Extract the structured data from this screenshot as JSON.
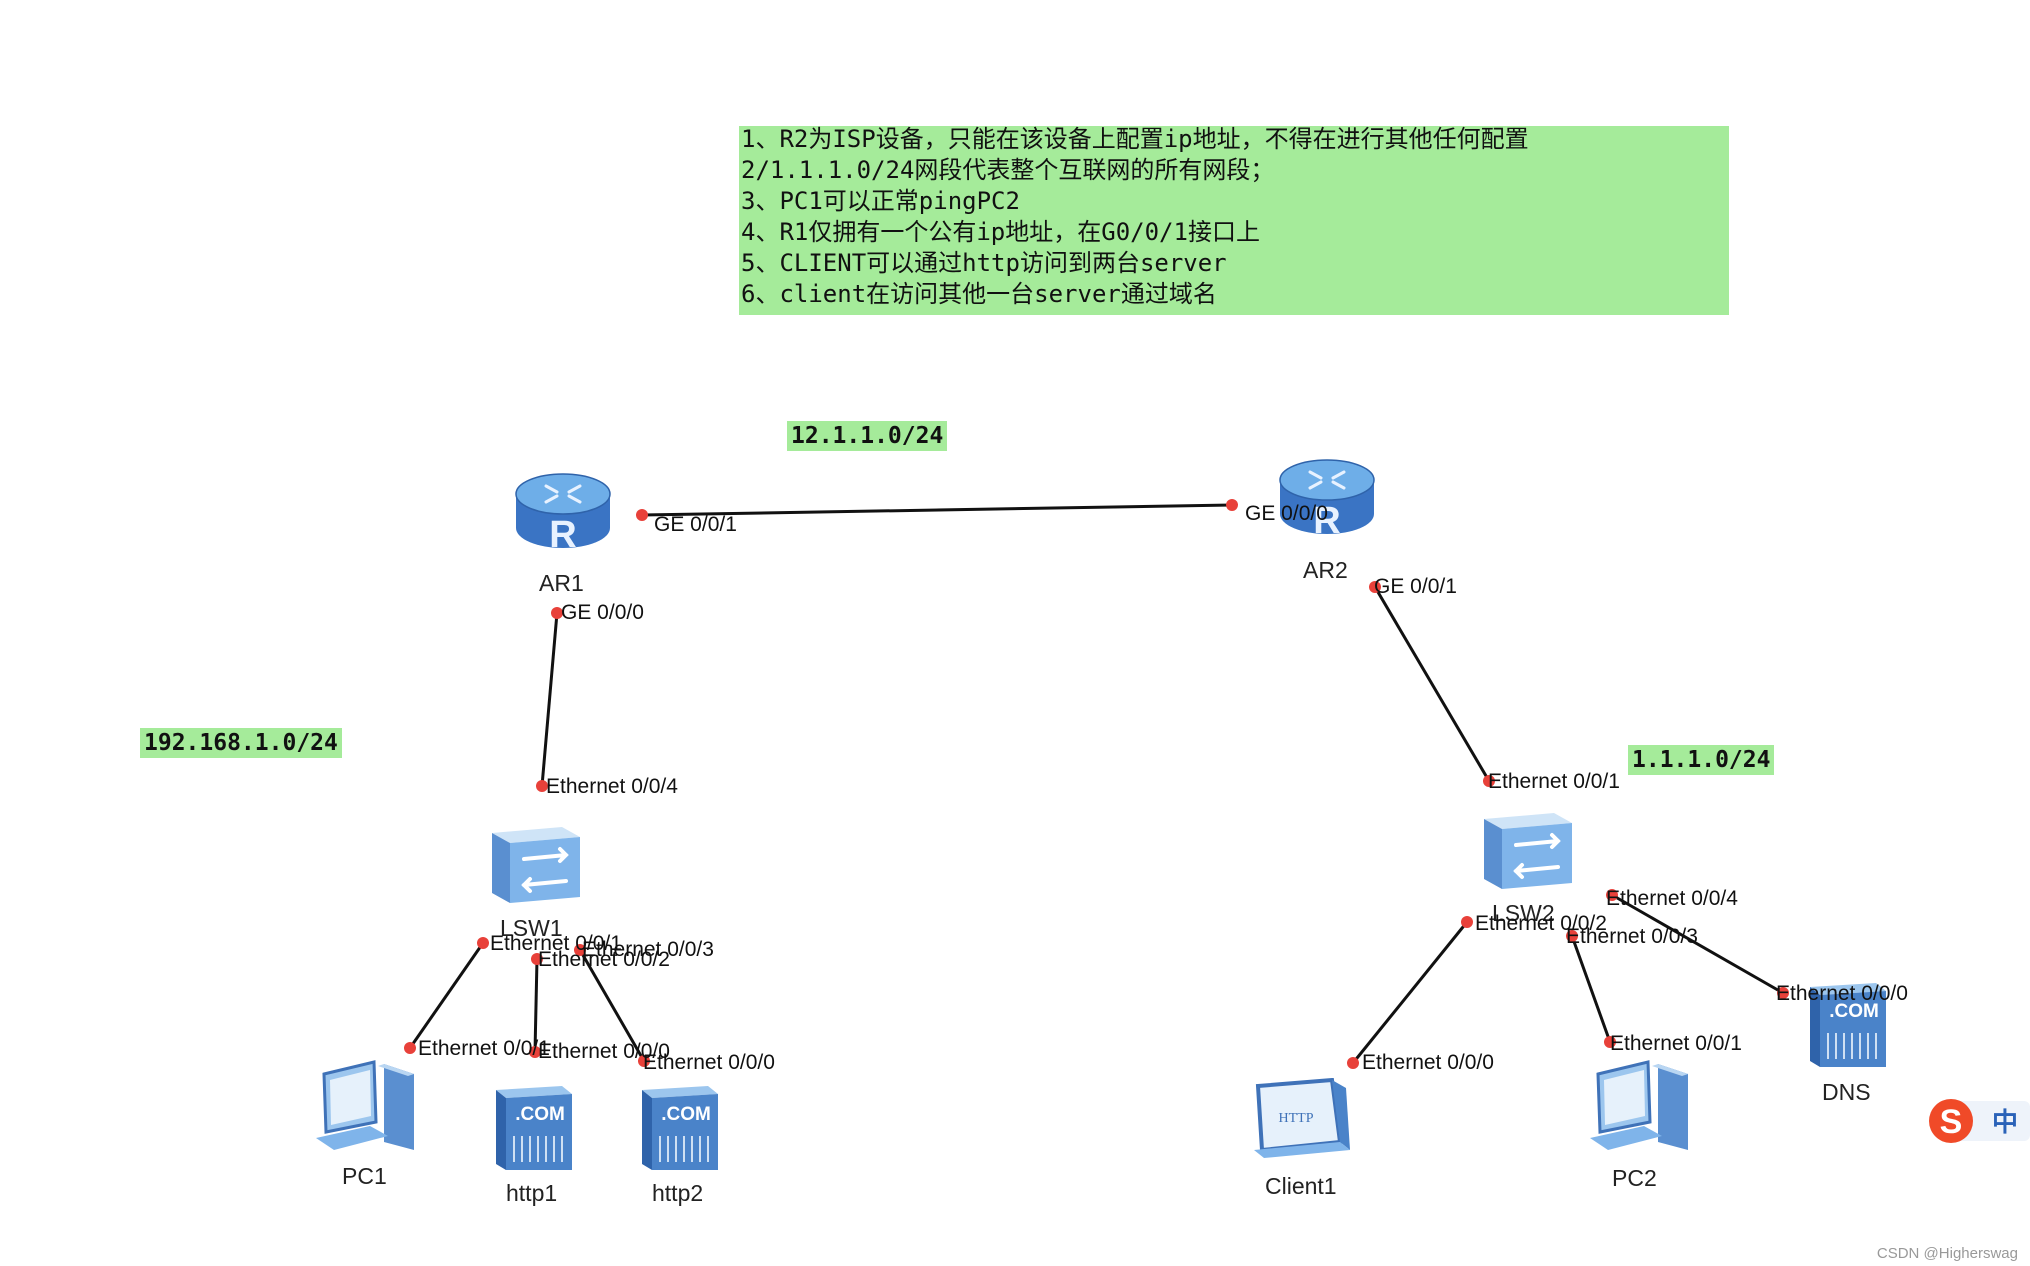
{
  "requirements": [
    "1、R2为ISP设备，只能在该设备上配置ip地址，不得在进行其他任何配置",
    "2/1.1.1.0/24网段代表整个互联网的所有网段；",
    "3、PC1可以正常pingPC2",
    "4、R1仅拥有一个公有ip地址，在G0/0/1接口上",
    "5、CLIENT可以通过http访问到两台server",
    "6、client在访问其他一台server通过域名"
  ],
  "subnets": {
    "wan": "12.1.1.0/24",
    "lan": "192.168.1.0/24",
    "internet": "1.1.1.0/24"
  },
  "devices": {
    "ar1": "AR1",
    "ar2": "AR2",
    "lsw1": "LSW1",
    "lsw2": "LSW2",
    "pc1": "PC1",
    "http1": "http1",
    "http2": "http2",
    "client1": "Client1",
    "pc2": "PC2",
    "dns": "DNS"
  },
  "ports": {
    "ar1_ge001": "GE 0/0/1",
    "ar1_ge000": "GE 0/0/0",
    "ar2_ge000": "GE 0/0/0",
    "ar2_ge001": "GE 0/0/1",
    "lsw1_e004": "Ethernet 0/0/4",
    "lsw1_e001": "Ethernet 0/0/1",
    "lsw1_e002": "Ethernet 0/0/2",
    "lsw1_e003": "Ethernet 0/0/3",
    "pc1_e001": "Ethernet 0/0/1",
    "http1_e000": "Ethernet 0/0/0",
    "http2_e000": "Ethernet 0/0/0",
    "lsw2_e001": "Ethernet 0/0/1",
    "lsw2_e002": "Ethernet 0/0/2",
    "lsw2_e003": "Ethernet 0/0/3",
    "lsw2_e004": "Ethernet 0/0/4",
    "client1_e000": "Ethernet 0/0/0",
    "pc2_e001": "Ethernet 0/0/1",
    "dns_e000": "Ethernet 0/0/0"
  },
  "icon_text": {
    "server": ".COM",
    "client": "HTTP",
    "ime": "中"
  },
  "watermark": "CSDN @Higherswag",
  "colors": {
    "note_bg": "#a5eb9a",
    "port_dot": "#e8413a",
    "device_blue": "#3f7fce",
    "link": "#111111"
  }
}
